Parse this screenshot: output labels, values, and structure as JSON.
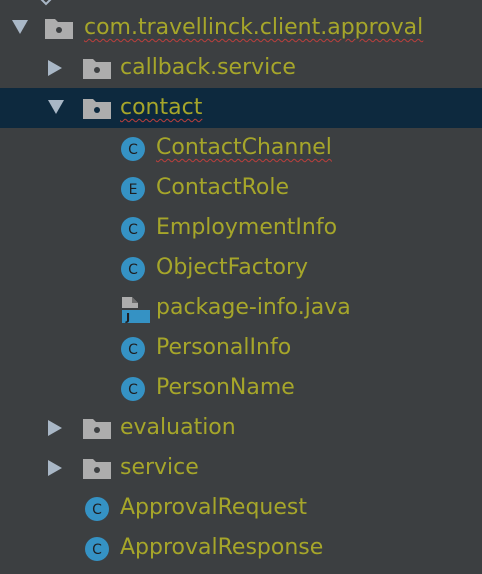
{
  "tree": {
    "root": {
      "label": "com.travellinck.client.approval",
      "icon": "folder-package-icon",
      "expanded": true
    },
    "items": [
      {
        "label": "callback.service",
        "type": "package",
        "expanded": false
      },
      {
        "label": "contact",
        "type": "package",
        "expanded": true,
        "selected": true
      },
      {
        "label": "ContactChannel",
        "type": "class",
        "badge": "C"
      },
      {
        "label": "ContactRole",
        "type": "enum",
        "badge": "E"
      },
      {
        "label": "EmploymentInfo",
        "type": "class",
        "badge": "C"
      },
      {
        "label": "ObjectFactory",
        "type": "class",
        "badge": "C"
      },
      {
        "label": "package-info.java",
        "type": "java-file",
        "badge": "J"
      },
      {
        "label": "PersonalInfo",
        "type": "class",
        "badge": "C"
      },
      {
        "label": "PersonName",
        "type": "class",
        "badge": "C"
      },
      {
        "label": "evaluation",
        "type": "package",
        "expanded": false
      },
      {
        "label": "service",
        "type": "package",
        "expanded": false
      },
      {
        "label": "ApprovalRequest",
        "type": "class",
        "badge": "C"
      },
      {
        "label": "ApprovalResponse",
        "type": "class",
        "badge": "C"
      }
    ]
  },
  "colors": {
    "background": "#3c3f41",
    "selection": "#0d293e",
    "text": "#a6a62a",
    "class_icon": "#3592c4",
    "folder_icon": "#adadad",
    "error_underline": "#bc3f3c"
  }
}
